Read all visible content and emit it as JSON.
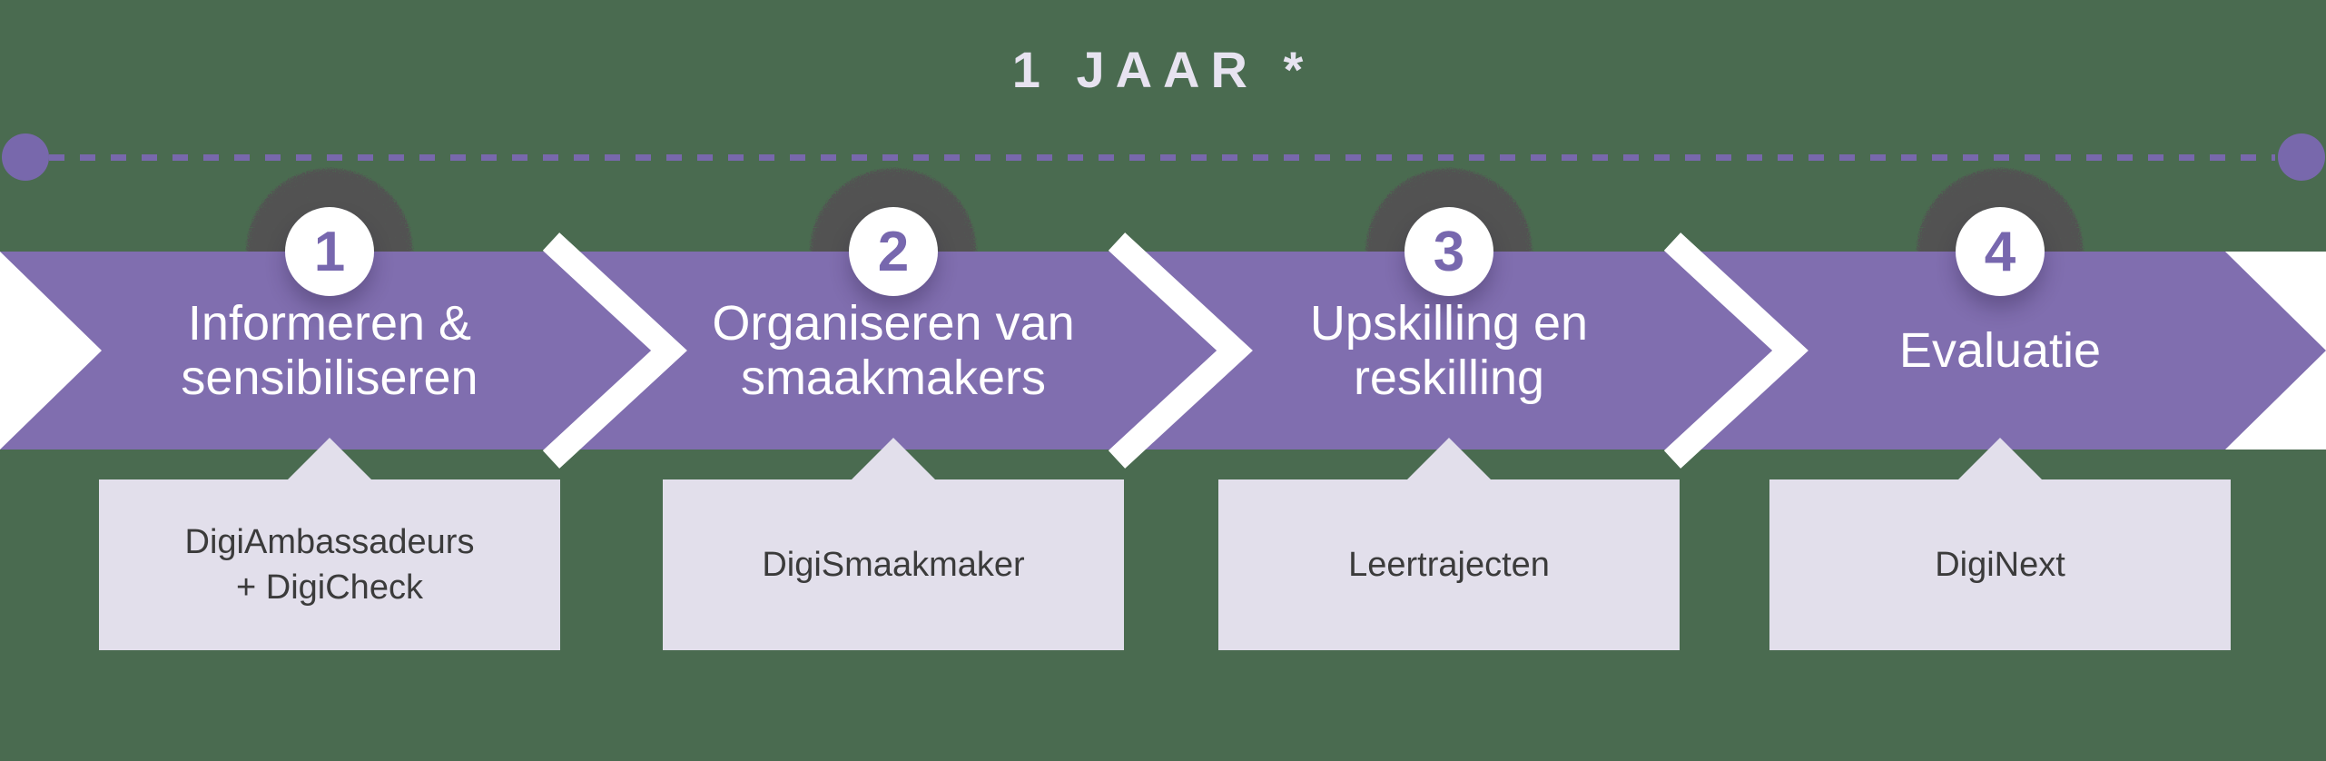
{
  "timeline": {
    "duration_label": "1 JAAR *"
  },
  "steps": [
    {
      "number": "1",
      "title": "Informeren &\nsensibiliseren",
      "label": "DigiAmbassadeurs\n+ DigiCheck"
    },
    {
      "number": "2",
      "title": "Organiseren van\nsmaakmakers",
      "label": "DigiSmaakmaker"
    },
    {
      "number": "3",
      "title": "Upskilling en\nreskilling",
      "label": "Leertrajecten"
    },
    {
      "number": "4",
      "title": "Evaluatie",
      "label": "DigiNext"
    }
  ],
  "colors": {
    "background": "#4A6B50",
    "band": "#806EAF",
    "dash": "#7868AC",
    "box": "#E2DFEB",
    "number": "#7767AE",
    "heading": "#FFFFFF",
    "title": "#E7E3F0",
    "label": "#3B3B3B",
    "burst": "#161616",
    "white": "#FFFFFF"
  }
}
